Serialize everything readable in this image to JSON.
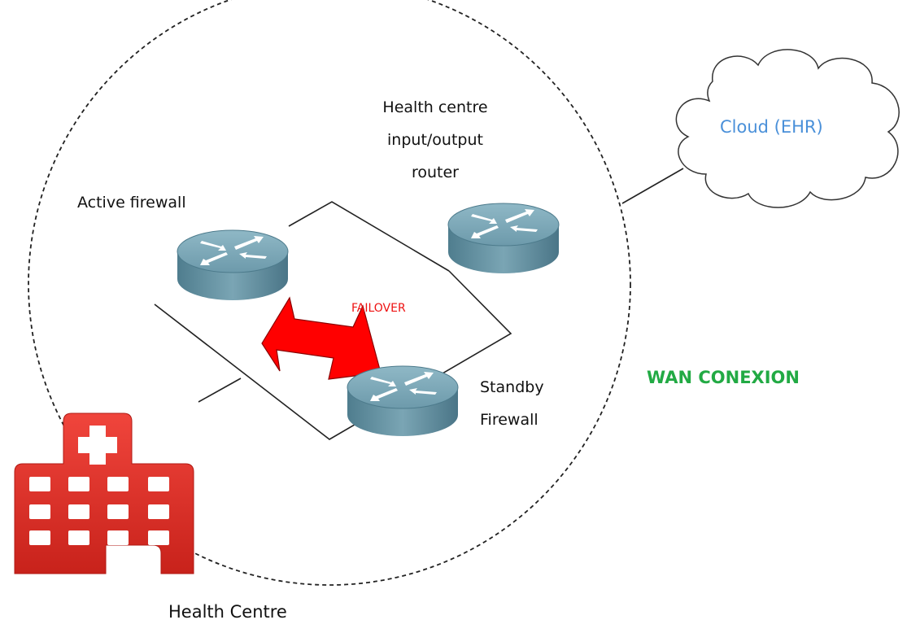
{
  "labels": {
    "router": [
      "Health centre",
      "input/output",
      "router"
    ],
    "active_firewall": "Active firewall",
    "standby_firewall": [
      "Standby",
      "Firewall"
    ],
    "failover": "FAILOVER",
    "cloud": "Cloud (EHR)",
    "wan": "WAN CONEXION",
    "health_centre": "Health Centre"
  },
  "colors": {
    "router_body": "#5f8fa0",
    "failover_arrow": "#ff0000",
    "wan_text": "#22aa44",
    "cloud_text": "#4a90d9",
    "hospital_icon": "#e5352d"
  },
  "icons": {
    "router": "router-icon",
    "hospital": "hospital-icon",
    "cloud": "cloud-icon"
  }
}
